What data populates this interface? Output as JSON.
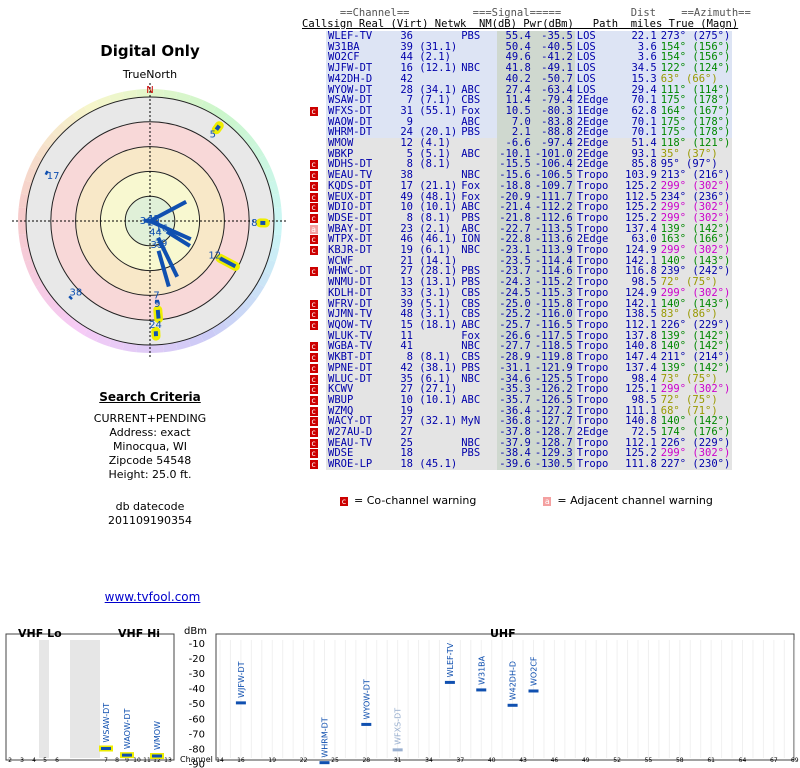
{
  "polar": {
    "title": "Digital Only",
    "north_label": "TrueNorth",
    "n_marker": "N",
    "bands": [
      "#d8f0d8",
      "#f8f8c8",
      "#f8e0b0",
      "#f8d0d0",
      "#e8e8e8"
    ],
    "stations": [
      {
        "label": "5",
        "az": 36,
        "r": 0.95,
        "len": 0.04,
        "halo": true
      },
      {
        "label": "17",
        "az": 295,
        "r": 0.93,
        "len": 0.02,
        "halo": false
      },
      {
        "label": "42",
        "az": 62,
        "r": 0.33,
        "len": 0.6,
        "halo": false
      },
      {
        "label": "36",
        "az": 273,
        "r": 0.05,
        "len": 0.95,
        "halo": false
      },
      {
        "label": "8",
        "az": 91,
        "r": 0.93,
        "len": 0.04,
        "halo": true
      },
      {
        "label": "28",
        "az": 114,
        "r": 0.36,
        "len": 0.6,
        "halo": false
      },
      {
        "label": "16",
        "az": 122,
        "r": 0.38,
        "len": 0.22,
        "halo": false
      },
      {
        "label": "12",
        "az": 118,
        "r": 0.78,
        "len": 0.14,
        "halo": true
      },
      {
        "label": "39",
        "az": 154,
        "r": 0.25,
        "len": 0.0,
        "halo": false
      },
      {
        "label": "44",
        "az": 154,
        "r": 0.5,
        "len": 0.35,
        "halo": false
      },
      {
        "label": "31",
        "az": 164,
        "r": 0.55,
        "len": 0.3,
        "halo": false
      },
      {
        "label": "7",
        "az": 175,
        "r": 0.65,
        "len": 0.0,
        "halo": false
      },
      {
        "label": "9",
        "az": 175,
        "r": 0.79,
        "len": 0.07,
        "halo": true
      },
      {
        "label": "24",
        "az": 177,
        "r": 0.93,
        "len": 0.04,
        "halo": true
      },
      {
        "label": "38",
        "az": 226,
        "r": 0.9,
        "len": 0.02,
        "halo": false
      }
    ]
  },
  "criteria": {
    "heading": "Search Criteria",
    "lines": [
      "CURRENT+PENDING",
      "Address: exact",
      "Minocqua, WI",
      "Zipcode 54548",
      "Height: 25.0 ft."
    ],
    "db_label": "db datecode",
    "db_value": "201109190354"
  },
  "link": "www.tvfool.com",
  "table": {
    "header1": "      ==Channel==          ===Signal=====           Dist    ==Azimuth==",
    "header2": "Callsign Real (Virt) Netwk  NM(dB) Pwr(dBm)   Path  miles True (Magn)",
    "rows": [
      {
        "w": "",
        "cs": "WLEF-TV",
        "ch": "36",
        "v": "",
        "nw": "PBS",
        "nm": "55.4",
        "pw": "-35.5",
        "pa": "LOS",
        "di": "22.1",
        "az": "273° (275°)",
        "col": "#00a",
        "bg": "#dde"
      },
      {
        "w": "",
        "cs": "W31BA",
        "ch": "39",
        "v": "(31.1)",
        "nw": "",
        "nm": "50.4",
        "pw": "-40.5",
        "pa": "LOS",
        "di": "3.6",
        "az": "154° (156°)",
        "col": "#00a",
        "bg": "#dde"
      },
      {
        "w": "",
        "cs": "WO2CF",
        "ch": "44",
        "v": "(2.1)",
        "nw": "",
        "nm": "49.6",
        "pw": "-41.2",
        "pa": "LOS",
        "di": "3.6",
        "az": "154° (156°)",
        "col": "#00a",
        "bg": "#dde"
      },
      {
        "w": "",
        "cs": "WJFW-DT",
        "ch": "16",
        "v": "(12.1)",
        "nw": "NBC",
        "nm": "41.8",
        "pw": "-49.1",
        "pa": "LOS",
        "di": "34.5",
        "az": "122° (124°)",
        "col": "#00a",
        "bg": "#dde"
      },
      {
        "w": "",
        "cs": "W42DH-D",
        "ch": "42",
        "v": "",
        "nw": "",
        "nm": "40.2",
        "pw": "-50.7",
        "pa": "LOS",
        "di": "15.3",
        "az": "63° (66°)",
        "col": "#00a",
        "bg": "#dde"
      },
      {
        "w": "",
        "cs": "WYOW-DT",
        "ch": "28",
        "v": "(34.1)",
        "nw": "ABC",
        "nm": "27.4",
        "pw": "-63.4",
        "pa": "LOS",
        "di": "29.4",
        "az": "111° (114°)",
        "col": "#00a",
        "bg": "#dde"
      },
      {
        "w": "",
        "cs": "WSAW-DT",
        "ch": "7",
        "v": "(7.1)",
        "nw": "CBS",
        "nm": "11.4",
        "pw": "-79.4",
        "pa": "2Edge",
        "di": "70.1",
        "az": "175° (178°)",
        "col": "#00a",
        "bg": "#dde"
      },
      {
        "w": "c",
        "cs": "WFXS-DT",
        "ch": "31",
        "v": "(55.1)",
        "nw": "Fox",
        "nm": "10.5",
        "pw": "-80.3",
        "pa": "1Edge",
        "di": "62.8",
        "az": "164° (167°)",
        "col": "#00a",
        "bg": "#dde"
      },
      {
        "w": "",
        "cs": "WAOW-DT",
        "ch": "9",
        "v": "",
        "nw": "ABC",
        "nm": "7.0",
        "pw": "-83.8",
        "pa": "2Edge",
        "di": "70.1",
        "az": "175° (178°)",
        "col": "#00a",
        "bg": "#dde"
      },
      {
        "w": "",
        "cs": "WHRM-DT",
        "ch": "24",
        "v": "(20.1)",
        "nw": "PBS",
        "nm": "2.1",
        "pw": "-88.8",
        "pa": "2Edge",
        "di": "70.1",
        "az": "175° (178°)",
        "col": "#00a",
        "bg": "#dde"
      },
      {
        "w": "",
        "cs": "WMOW",
        "ch": "12",
        "v": "(4.1)",
        "nw": "",
        "nm": "-6.6",
        "pw": "-97.4",
        "pa": "2Edge",
        "di": "51.4",
        "az": "118° (121°)",
        "col": "#00a",
        "bg": "#e4e4e4"
      },
      {
        "w": "",
        "cs": "WBKP",
        "ch": "5",
        "v": "(5.1)",
        "nw": "ABC",
        "nm": "-10.1",
        "pw": "-101.0",
        "pa": "2Edge",
        "di": "93.1",
        "az": "35° (37°)",
        "col": "#00a",
        "bg": "#e4e4e4"
      },
      {
        "w": "c",
        "cs": "WDHS-DT",
        "ch": "8",
        "v": "(8.1)",
        "nw": "",
        "nm": "-15.5",
        "pw": "-106.4",
        "pa": "2Edge",
        "di": "85.8",
        "az": "95° (97°)",
        "col": "#00a",
        "bg": "#e4e4e4"
      },
      {
        "w": "c",
        "cs": "WEAU-TV",
        "ch": "38",
        "v": "",
        "nw": "NBC",
        "nm": "-15.6",
        "pw": "-106.5",
        "pa": "Tropo",
        "di": "103.9",
        "az": "213° (216°)",
        "col": "#00a",
        "bg": "#e4e4e4"
      },
      {
        "w": "c",
        "cs": "KQDS-DT",
        "ch": "17",
        "v": "(21.1)",
        "nw": "Fox",
        "nm": "-18.8",
        "pw": "-109.7",
        "pa": "Tropo",
        "di": "125.2",
        "az": "299° (302°)",
        "col": "#00a",
        "bg": "#e4e4e4"
      },
      {
        "w": "c",
        "cs": "WEUX-DT",
        "ch": "49",
        "v": "(48.1)",
        "nw": "Fox",
        "nm": "-20.9",
        "pw": "-111.7",
        "pa": "Tropo",
        "di": "112.5",
        "az": "234° (236°)",
        "col": "#00a",
        "bg": "#e4e4e4"
      },
      {
        "w": "c",
        "cs": "WDIO-DT",
        "ch": "10",
        "v": "(10.1)",
        "nw": "ABC",
        "nm": "-21.4",
        "pw": "-112.2",
        "pa": "Tropo",
        "di": "125.2",
        "az": "299° (302°)",
        "col": "#00a",
        "bg": "#e4e4e4"
      },
      {
        "w": "c",
        "cs": "WDSE-DT",
        "ch": "8",
        "v": "(8.1)",
        "nw": "PBS",
        "nm": "-21.8",
        "pw": "-112.6",
        "pa": "Tropo",
        "di": "125.2",
        "az": "299° (302°)",
        "col": "#00a",
        "bg": "#e4e4e4"
      },
      {
        "w": "a",
        "cs": "WBAY-DT",
        "ch": "23",
        "v": "(2.1)",
        "nw": "ABC",
        "nm": "-22.7",
        "pw": "-113.5",
        "pa": "Tropo",
        "di": "137.4",
        "az": "139° (142°)",
        "col": "#00a",
        "bg": "#e4e4e4"
      },
      {
        "w": "c",
        "cs": "WTPX-DT",
        "ch": "46",
        "v": "(46.1)",
        "nw": "ION",
        "nm": "-22.8",
        "pw": "-113.6",
        "pa": "2Edge",
        "di": "63.0",
        "az": "163° (166°)",
        "col": "#00a",
        "bg": "#e4e4e4"
      },
      {
        "w": "c",
        "cs": "KBJR-DT",
        "ch": "19",
        "v": "(6.1)",
        "nw": "NBC",
        "nm": "-23.1",
        "pw": "-113.9",
        "pa": "Tropo",
        "di": "124.9",
        "az": "299° (302°)",
        "col": "#00a",
        "bg": "#e4e4e4"
      },
      {
        "w": "",
        "cs": "WCWF",
        "ch": "21",
        "v": "(14.1)",
        "nw": "",
        "nm": "-23.5",
        "pw": "-114.4",
        "pa": "Tropo",
        "di": "142.1",
        "az": "140° (143°)",
        "col": "#00a",
        "bg": "#e4e4e4"
      },
      {
        "w": "c",
        "cs": "WHWC-DT",
        "ch": "27",
        "v": "(28.1)",
        "nw": "PBS",
        "nm": "-23.7",
        "pw": "-114.6",
        "pa": "Tropo",
        "di": "116.8",
        "az": "239° (242°)",
        "col": "#00a",
        "bg": "#e4e4e4"
      },
      {
        "w": "",
        "cs": "WNMU-DT",
        "ch": "13",
        "v": "(13.1)",
        "nw": "PBS",
        "nm": "-24.3",
        "pw": "-115.2",
        "pa": "Tropo",
        "di": "98.5",
        "az": "72° (75°)",
        "col": "#00a",
        "bg": "#e4e4e4"
      },
      {
        "w": "",
        "cs": "KDLH-DT",
        "ch": "33",
        "v": "(3.1)",
        "nw": "CBS",
        "nm": "-24.5",
        "pw": "-115.3",
        "pa": "Tropo",
        "di": "124.9",
        "az": "299° (302°)",
        "col": "#00a",
        "bg": "#e4e4e4"
      },
      {
        "w": "c",
        "cs": "WFRV-DT",
        "ch": "39",
        "v": "(5.1)",
        "nw": "CBS",
        "nm": "-25.0",
        "pw": "-115.8",
        "pa": "Tropo",
        "di": "142.1",
        "az": "140° (143°)",
        "col": "#00a",
        "bg": "#e4e4e4"
      },
      {
        "w": "c",
        "cs": "WJMN-TV",
        "ch": "48",
        "v": "(3.1)",
        "nw": "CBS",
        "nm": "-25.2",
        "pw": "-116.0",
        "pa": "Tropo",
        "di": "138.5",
        "az": "83° (86°)",
        "col": "#00a",
        "bg": "#e4e4e4"
      },
      {
        "w": "c",
        "cs": "WQOW-TV",
        "ch": "15",
        "v": "(18.1)",
        "nw": "ABC",
        "nm": "-25.7",
        "pw": "-116.5",
        "pa": "Tropo",
        "di": "112.1",
        "az": "226° (229°)",
        "col": "#00a",
        "bg": "#e4e4e4"
      },
      {
        "w": "",
        "cs": "WLUK-TV",
        "ch": "11",
        "v": "",
        "nw": "Fox",
        "nm": "-26.6",
        "pw": "-117.5",
        "pa": "Tropo",
        "di": "137.8",
        "az": "139° (142°)",
        "col": "#00a",
        "bg": "#e4e4e4"
      },
      {
        "w": "c",
        "cs": "WGBA-TV",
        "ch": "41",
        "v": "",
        "nw": "NBC",
        "nm": "-27.7",
        "pw": "-118.5",
        "pa": "Tropo",
        "di": "140.8",
        "az": "140° (142°)",
        "col": "#00a",
        "bg": "#e4e4e4"
      },
      {
        "w": "c",
        "cs": "WKBT-DT",
        "ch": "8",
        "v": "(8.1)",
        "nw": "CBS",
        "nm": "-28.9",
        "pw": "-119.8",
        "pa": "Tropo",
        "di": "147.4",
        "az": "211° (214°)",
        "col": "#00a",
        "bg": "#e4e4e4"
      },
      {
        "w": "c",
        "cs": "WPNE-DT",
        "ch": "42",
        "v": "(38.1)",
        "nw": "PBS",
        "nm": "-31.1",
        "pw": "-121.9",
        "pa": "Tropo",
        "di": "137.4",
        "az": "139° (142°)",
        "col": "#00a",
        "bg": "#e4e4e4"
      },
      {
        "w": "c",
        "cs": "WLUC-DT",
        "ch": "35",
        "v": "(6.1)",
        "nw": "NBC",
        "nm": "-34.6",
        "pw": "-125.5",
        "pa": "Tropo",
        "di": "98.4",
        "az": "73° (75°)",
        "col": "#00a",
        "bg": "#e4e4e4"
      },
      {
        "w": "c",
        "cs": "KCWV",
        "ch": "27",
        "v": "(27.1)",
        "nw": "",
        "nm": "-35.3",
        "pw": "-126.2",
        "pa": "Tropo",
        "di": "125.1",
        "az": "299° (302°)",
        "col": "#00a",
        "bg": "#e4e4e4"
      },
      {
        "w": "c",
        "cs": "WBUP",
        "ch": "10",
        "v": "(10.1)",
        "nw": "ABC",
        "nm": "-35.7",
        "pw": "-126.5",
        "pa": "Tropo",
        "di": "98.5",
        "az": "72° (75°)",
        "col": "#00a",
        "bg": "#e4e4e4"
      },
      {
        "w": "c",
        "cs": "WZMQ",
        "ch": "19",
        "v": "",
        "nw": "",
        "nm": "-36.4",
        "pw": "-127.2",
        "pa": "Tropo",
        "di": "111.1",
        "az": "68° (71°)",
        "col": "#00a",
        "bg": "#e4e4e4"
      },
      {
        "w": "c",
        "cs": "WACY-DT",
        "ch": "27",
        "v": "(32.1)",
        "nw": "MyN",
        "nm": "-36.8",
        "pw": "-127.7",
        "pa": "Tropo",
        "di": "140.8",
        "az": "140° (142°)",
        "col": "#00a",
        "bg": "#e4e4e4"
      },
      {
        "w": "c",
        "cs": "W27AU-D",
        "ch": "27",
        "v": "",
        "nw": "",
        "nm": "-37.8",
        "pw": "-128.7",
        "pa": "2Edge",
        "di": "72.5",
        "az": "174° (176°)",
        "col": "#00a",
        "bg": "#e4e4e4"
      },
      {
        "w": "c",
        "cs": "WEAU-TV",
        "ch": "25",
        "v": "",
        "nw": "NBC",
        "nm": "-37.9",
        "pw": "-128.7",
        "pa": "Tropo",
        "di": "112.1",
        "az": "226° (229°)",
        "col": "#00a",
        "bg": "#e4e4e4"
      },
      {
        "w": "c",
        "cs": "WDSE",
        "ch": "18",
        "v": "",
        "nw": "PBS",
        "nm": "-38.4",
        "pw": "-129.3",
        "pa": "Tropo",
        "di": "125.2",
        "az": "299° (302°)",
        "col": "#00a",
        "bg": "#e4e4e4"
      },
      {
        "w": "c",
        "cs": "WROE-LP",
        "ch": "18",
        "v": "(45.1)",
        "nw": "",
        "nm": "-39.6",
        "pw": "-130.5",
        "pa": "Tropo",
        "di": "111.8",
        "az": "227° (230°)",
        "col": "#00a",
        "bg": "#e4e4e4"
      }
    ],
    "legend_co": "= Co-channel warning",
    "legend_adj": "= Adjacent channel warning"
  },
  "spectrum": {
    "vhf_lo": "VHF Lo",
    "vhf_hi": "VHF Hi",
    "uhf": "UHF",
    "unit": "dBm",
    "ylabels": [
      "-10",
      "-20",
      "-30",
      "-40",
      "-50",
      "-60",
      "-70",
      "-80",
      "-90"
    ],
    "channel_label": "Channel",
    "vhf_ticks": [
      "2",
      "3",
      "4",
      "5",
      "6",
      "7",
      "8",
      "9",
      "10",
      "11",
      "12",
      "13"
    ],
    "uhf_ticks": [
      "14",
      "16",
      "19",
      "22",
      "25",
      "28",
      "31",
      "34",
      "37",
      "40",
      "43",
      "46",
      "49",
      "52",
      "55",
      "58",
      "61",
      "64",
      "67",
      "69"
    ],
    "vhf_bars": [
      {
        "ch": 7,
        "dbm": -79.4,
        "label": "WSAW-DT",
        "hl": true
      },
      {
        "ch": 9,
        "dbm": -83.8,
        "label": "WAOW-DT",
        "hl": true
      },
      {
        "ch": 12,
        "dbm": -97.4,
        "label": "WMOW",
        "hl": true
      }
    ],
    "uhf_bars": [
      {
        "ch": 16,
        "dbm": -49.1,
        "label": "WJFW-DT",
        "faded": false
      },
      {
        "ch": 24,
        "dbm": -88.8,
        "label": "WHRM-DT",
        "faded": false
      },
      {
        "ch": 28,
        "dbm": -63.4,
        "label": "WYOW-DT",
        "faded": false
      },
      {
        "ch": 31,
        "dbm": -80.3,
        "label": "WFXS-DT",
        "faded": true
      },
      {
        "ch": 36,
        "dbm": -35.5,
        "label": "WLEF-TV",
        "faded": false
      },
      {
        "ch": 39,
        "dbm": -40.5,
        "label": "W31BA",
        "faded": false
      },
      {
        "ch": 42,
        "dbm": -50.7,
        "label": "W42DH-D",
        "faded": false
      },
      {
        "ch": 44,
        "dbm": -41.2,
        "label": "WO2CF",
        "faded": false
      }
    ]
  }
}
